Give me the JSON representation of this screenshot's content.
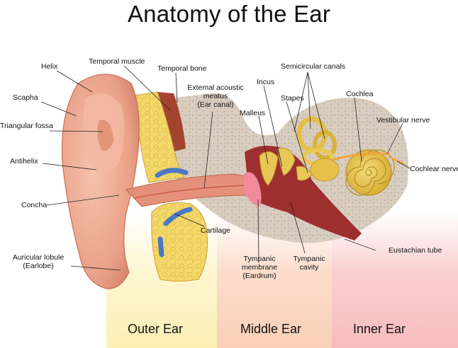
{
  "title": "Anatomy of the Ear",
  "labels": {
    "helix": "Helix",
    "temporal_muscle": "Temporal muscle",
    "temporal_bone": "Temporal bone",
    "external_meatus_1": "Extemal acoustic",
    "external_meatus_2": "meatus",
    "external_meatus_3": "(Ear canal)",
    "incus": "Incus",
    "semicircular_canals": "Semicircular canals",
    "scapha": "Scapha",
    "malleus": "Malleus",
    "stapes": "Stapes",
    "cochlea": "Cochlea",
    "triangular_fossa": "Triangular fossa",
    "vestibular_nerve": "Vestibular nerve",
    "antihelix": "Antihelix",
    "cochlear_nerve": "Cochlear nerve",
    "concha": "Concha",
    "eustachian_tube": "Eustachian tube",
    "cartilage": "Cartilage",
    "tympanic_membrane_1": "Tympanic",
    "tympanic_membrane_2": "membrane",
    "tympanic_membrane_3": "(Eardrum)",
    "tympanic_cavity_1": "Tympanic",
    "tympanic_cavity_2": "cavity",
    "auricular_lobule_1": "Auricular lobule",
    "auricular_lobule_2": "(Earlobe)"
  },
  "sections": {
    "outer": "Outer Ear",
    "middle": "Middle Ear",
    "inner": "Inner Ear"
  },
  "colors": {
    "outer_bg": "#fdf3c4",
    "middle_bg": "#fbd6c2",
    "inner_bg": "#f9c6c6",
    "skin": "#eba48c",
    "bone": "#d7cbbd",
    "fat": "#f4d86a",
    "cochlea": "#e9c64a",
    "cavity": "#9b2b2b"
  }
}
